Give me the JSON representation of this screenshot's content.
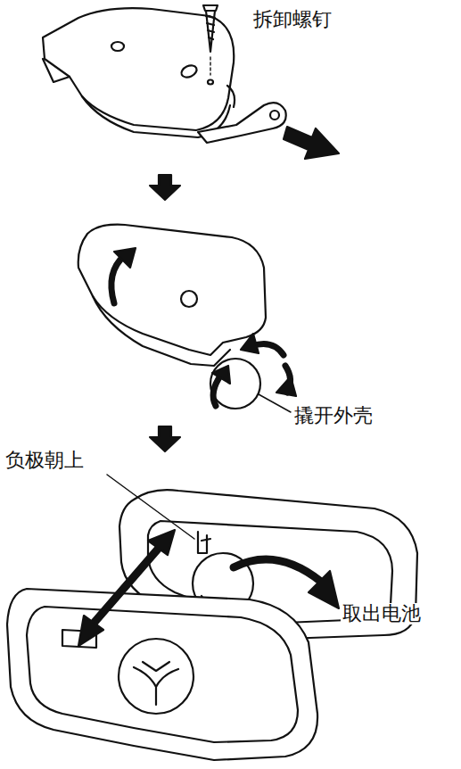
{
  "diagram": {
    "labels": [
      "拆卸螺钉",
      "撬开外壳",
      "负极朝上",
      "取出电池"
    ]
  }
}
